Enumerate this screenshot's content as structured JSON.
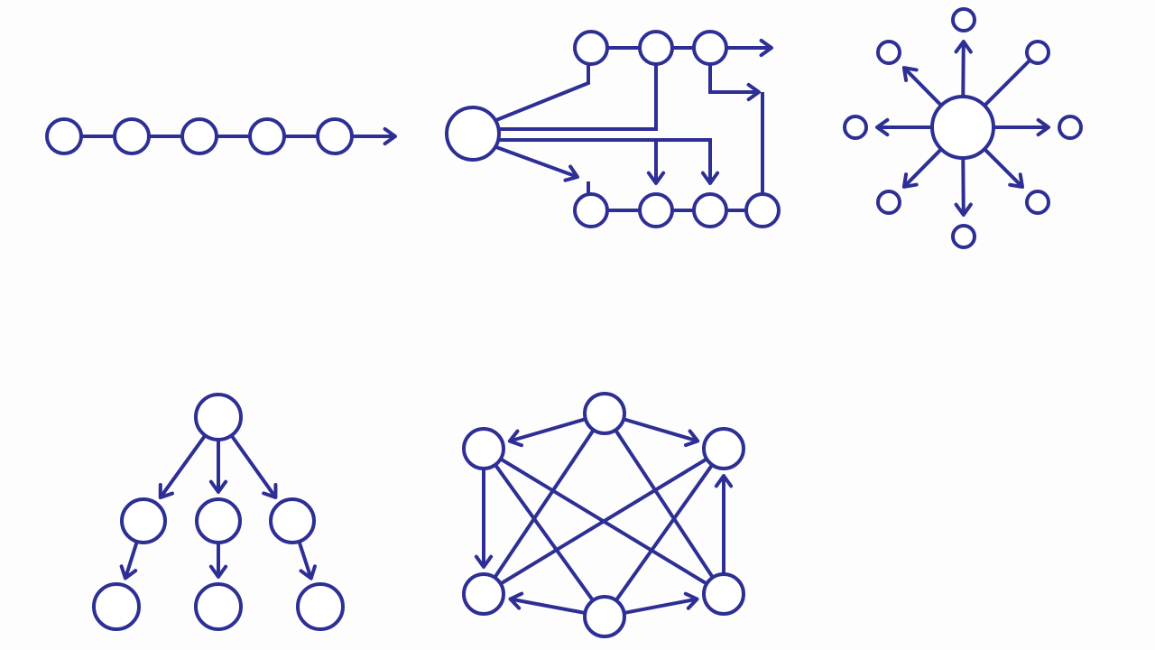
{
  "colors": {
    "stroke": "#2e2f94",
    "background": "#fdfdfe",
    "node_fill": "#ffffff"
  },
  "diagrams": [
    {
      "id": "chain"
    },
    {
      "id": "branching-network"
    },
    {
      "id": "star"
    },
    {
      "id": "tree"
    },
    {
      "id": "mesh"
    }
  ]
}
